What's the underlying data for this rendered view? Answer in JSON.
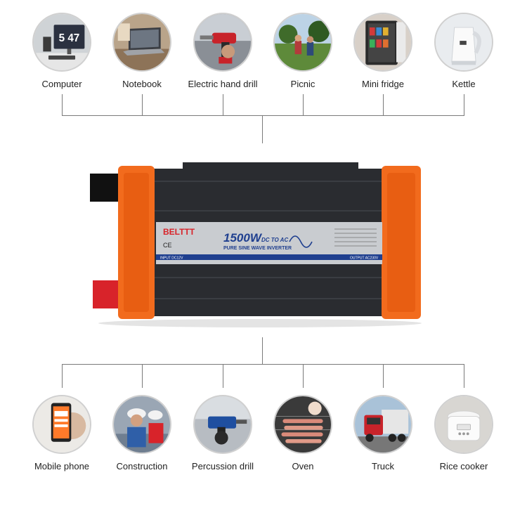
{
  "top_apps": [
    {
      "label": "Computer",
      "icon": "computer-icon",
      "screen_text": "5 47"
    },
    {
      "label": "Notebook",
      "icon": "notebook-icon"
    },
    {
      "label": "Electric hand drill",
      "icon": "electric-drill-icon"
    },
    {
      "label": "Picnic",
      "icon": "picnic-icon"
    },
    {
      "label": "Mini fridge",
      "icon": "mini-fridge-icon"
    },
    {
      "label": "Kettle",
      "icon": "kettle-icon"
    }
  ],
  "bottom_apps": [
    {
      "label": "Mobile phone",
      "icon": "mobile-phone-icon"
    },
    {
      "label": "Construction",
      "icon": "construction-icon"
    },
    {
      "label": "Percussion drill",
      "icon": "percussion-drill-icon"
    },
    {
      "label": "Oven",
      "icon": "oven-icon"
    },
    {
      "label": "Truck",
      "icon": "truck-icon"
    },
    {
      "label": "Rice cooker",
      "icon": "rice-cooker-icon"
    }
  ],
  "product": {
    "brand": "BELTTT",
    "power": "1500W",
    "conversion": "DC TO AC",
    "wave": "PURE SINE WAVE INVERTER",
    "input_label": "INPUT DC12V",
    "output_label": "OUTPUT AC230V",
    "cert_marks": "CE",
    "colors": {
      "shell": "#f26b1d",
      "body": "#2a2c30",
      "panel": "#c9ccd0",
      "accent_blue": "#1f3f8f",
      "terminal_red": "#d8232a"
    }
  }
}
